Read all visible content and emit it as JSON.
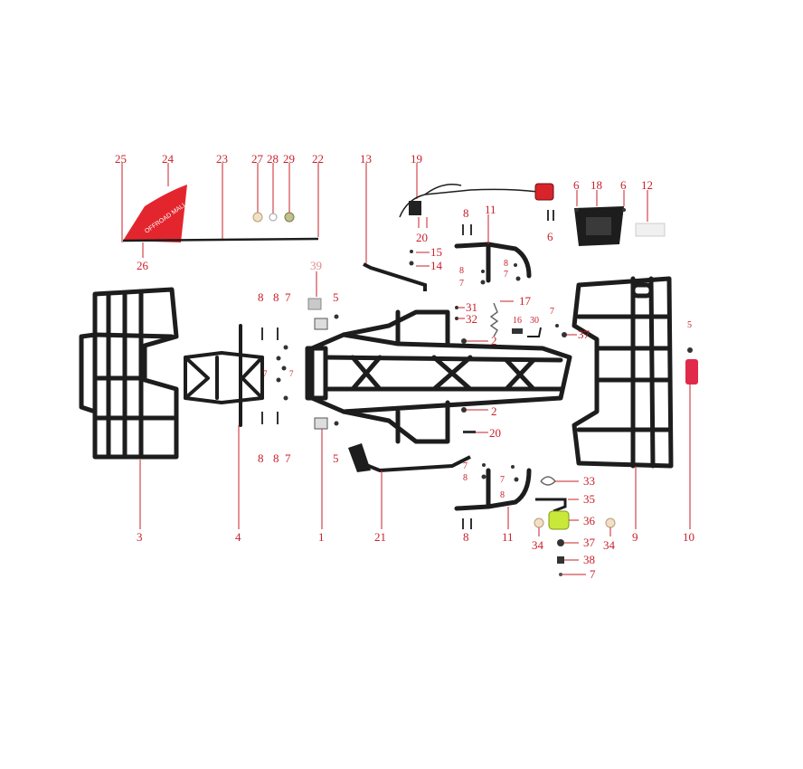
{
  "flag": {
    "text": "OFFROAD MALL",
    "color": "#e3262d"
  },
  "colors": {
    "callout": "#c8202a",
    "frame": "#1d1d1d",
    "part_red": "#d8232a",
    "part_green": "#c8e83a"
  },
  "callouts": [
    {
      "id": "c25",
      "text": "25"
    },
    {
      "id": "c24",
      "text": "24"
    },
    {
      "id": "c23",
      "text": "23"
    },
    {
      "id": "c27",
      "text": "27"
    },
    {
      "id": "c28",
      "text": "28"
    },
    {
      "id": "c29",
      "text": "29"
    },
    {
      "id": "c22",
      "text": "22"
    },
    {
      "id": "c26",
      "text": "26"
    },
    {
      "id": "c13",
      "text": "13"
    },
    {
      "id": "c19",
      "text": "19"
    },
    {
      "id": "c20a",
      "text": "20"
    },
    {
      "id": "c6a",
      "text": "6"
    },
    {
      "id": "c18",
      "text": "18"
    },
    {
      "id": "c6b",
      "text": "6"
    },
    {
      "id": "c12",
      "text": "12"
    },
    {
      "id": "c6c",
      "text": "6"
    },
    {
      "id": "c8a",
      "text": "8"
    },
    {
      "id": "c11a",
      "text": "11"
    },
    {
      "id": "c15",
      "text": "15"
    },
    {
      "id": "c14",
      "text": "14"
    },
    {
      "id": "c8b",
      "text": "8"
    },
    {
      "id": "c8c",
      "text": "8"
    },
    {
      "id": "c7a",
      "text": "7"
    },
    {
      "id": "c7b",
      "text": "7"
    },
    {
      "id": "c39",
      "text": "39"
    },
    {
      "id": "c8d",
      "text": "8"
    },
    {
      "id": "c8e",
      "text": "8"
    },
    {
      "id": "c7c",
      "text": "7"
    },
    {
      "id": "c5a",
      "text": "5"
    },
    {
      "id": "c31",
      "text": "31"
    },
    {
      "id": "c32",
      "text": "32"
    },
    {
      "id": "c17",
      "text": "17"
    },
    {
      "id": "c16",
      "text": "16"
    },
    {
      "id": "c30",
      "text": "30"
    },
    {
      "id": "c7d",
      "text": "7"
    },
    {
      "id": "c37a",
      "text": "37"
    },
    {
      "id": "c2a",
      "text": "2"
    },
    {
      "id": "c5b",
      "text": "5"
    },
    {
      "id": "c2b",
      "text": "2"
    },
    {
      "id": "c20b",
      "text": "20"
    },
    {
      "id": "c5c",
      "text": "5"
    },
    {
      "id": "c8f",
      "text": "8"
    },
    {
      "id": "c8g",
      "text": "8"
    },
    {
      "id": "c7e",
      "text": "7"
    },
    {
      "id": "c7f",
      "text": "7"
    },
    {
      "id": "c8h",
      "text": "8"
    },
    {
      "id": "c7g",
      "text": "7"
    },
    {
      "id": "c8i",
      "text": "8"
    },
    {
      "id": "c33",
      "text": "33"
    },
    {
      "id": "c35",
      "text": "35"
    },
    {
      "id": "c36",
      "text": "36"
    },
    {
      "id": "c3",
      "text": "3"
    },
    {
      "id": "c4",
      "text": "4"
    },
    {
      "id": "c1",
      "text": "1"
    },
    {
      "id": "c21",
      "text": "21"
    },
    {
      "id": "c8j",
      "text": "8"
    },
    {
      "id": "c11b",
      "text": "11"
    },
    {
      "id": "c34a",
      "text": "34"
    },
    {
      "id": "c34b",
      "text": "34"
    },
    {
      "id": "c9",
      "text": "9"
    },
    {
      "id": "c10",
      "text": "10"
    },
    {
      "id": "c37b",
      "text": "37"
    },
    {
      "id": "c38",
      "text": "38"
    },
    {
      "id": "c7h",
      "text": "7"
    },
    {
      "id": "c7i",
      "text": "7"
    },
    {
      "id": "c7j",
      "text": "7"
    }
  ]
}
